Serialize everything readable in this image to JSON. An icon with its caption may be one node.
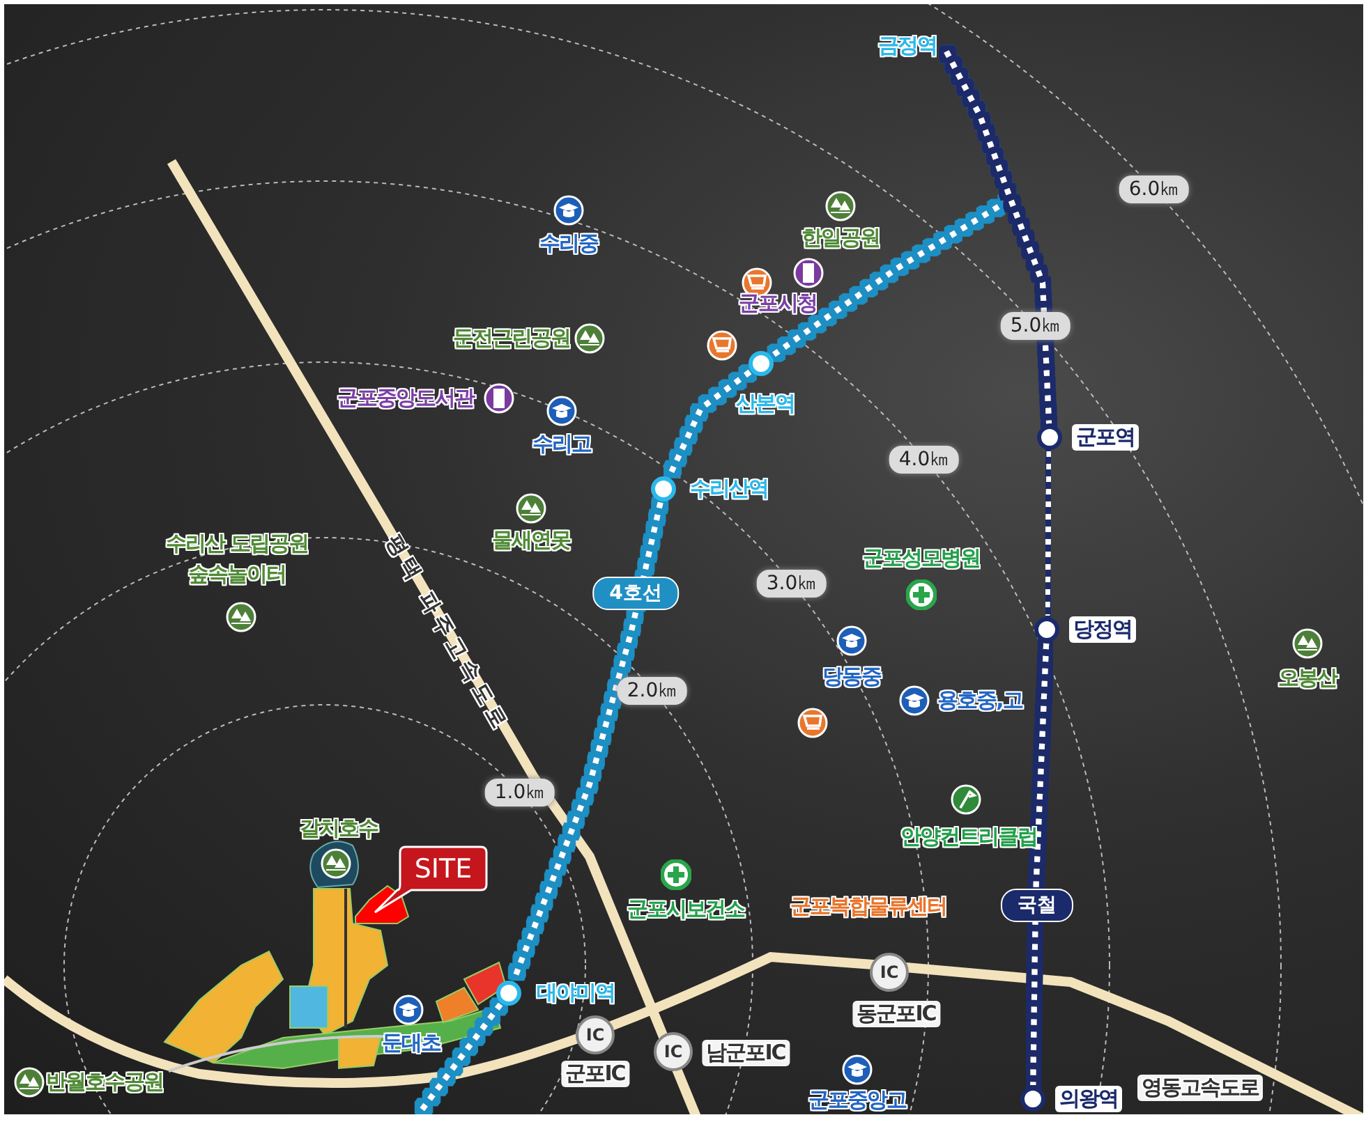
{
  "diagram": {
    "nodes": [
      {
        "text": [
          "금정역"
        ]
      },
      {
        "text": [],
        "shape": "circle",
        "beside": [
          "산본역"
        ]
      },
      {
        "text": [],
        "shape": "circle",
        "beside": [
          "수리산역"
        ]
      },
      {
        "text": [],
        "shape": "circle",
        "beside": [
          "대야미역"
        ]
      },
      {
        "text": [],
        "shape": "circle",
        "beside": [
          "군포역"
        ]
      },
      {
        "text": [],
        "shape": "circle",
        "beside": [
          "당정역"
        ]
      },
      {
        "text": [],
        "shape": "circle",
        "beside": [
          "의왕역"
        ]
      }
    ],
    "edges": [
      {
        "from": 0,
        "to": 1,
        "arrow": "none",
        "color": "#1f8fc4"
      },
      {
        "from": 1,
        "to": 2,
        "arrow": "none",
        "color": "#1f8fc4"
      },
      {
        "from": 2,
        "to": 3,
        "arrow": "none",
        "label": "4호선",
        "color": "#1f8fc4"
      },
      {
        "from": 3,
        "to": null,
        "arrow": "none",
        "color": "#1f8fc4"
      },
      {
        "from": 0,
        "to": 4,
        "arrow": "none",
        "color": "#1b2a6b"
      },
      {
        "from": 4,
        "to": 5,
        "arrow": "none",
        "color": "#1b2a6b"
      },
      {
        "from": 5,
        "to": 6,
        "arrow": "none",
        "label": "국철",
        "color": "#1b2a6b"
      }
    ],
    "labels": [
      "수리중",
      "한일공원",
      "6.0㎞",
      "군포시청",
      "둔전근린공원",
      "5.0㎞",
      "군포중앙도서관",
      "수리고",
      "4.0㎞",
      "물새연못",
      "수리산 도립공원 숲속놀이터",
      "군포성모병원",
      "3.0㎞",
      "오봉산",
      "당동중",
      "용호중,고",
      "2.0㎞",
      "안양컨트리클럽",
      "평택 파주고속도로",
      "1.0㎞",
      "갈치호수",
      "SITE",
      "군포시보건소",
      "군포복합물류센터",
      "IC",
      "동군포IC",
      "둔대초",
      "IC",
      "군포IC",
      "IC",
      "남군포IC",
      "영동고속도로",
      "반월호수공원",
      "군포중앙고"
    ]
  }
}
